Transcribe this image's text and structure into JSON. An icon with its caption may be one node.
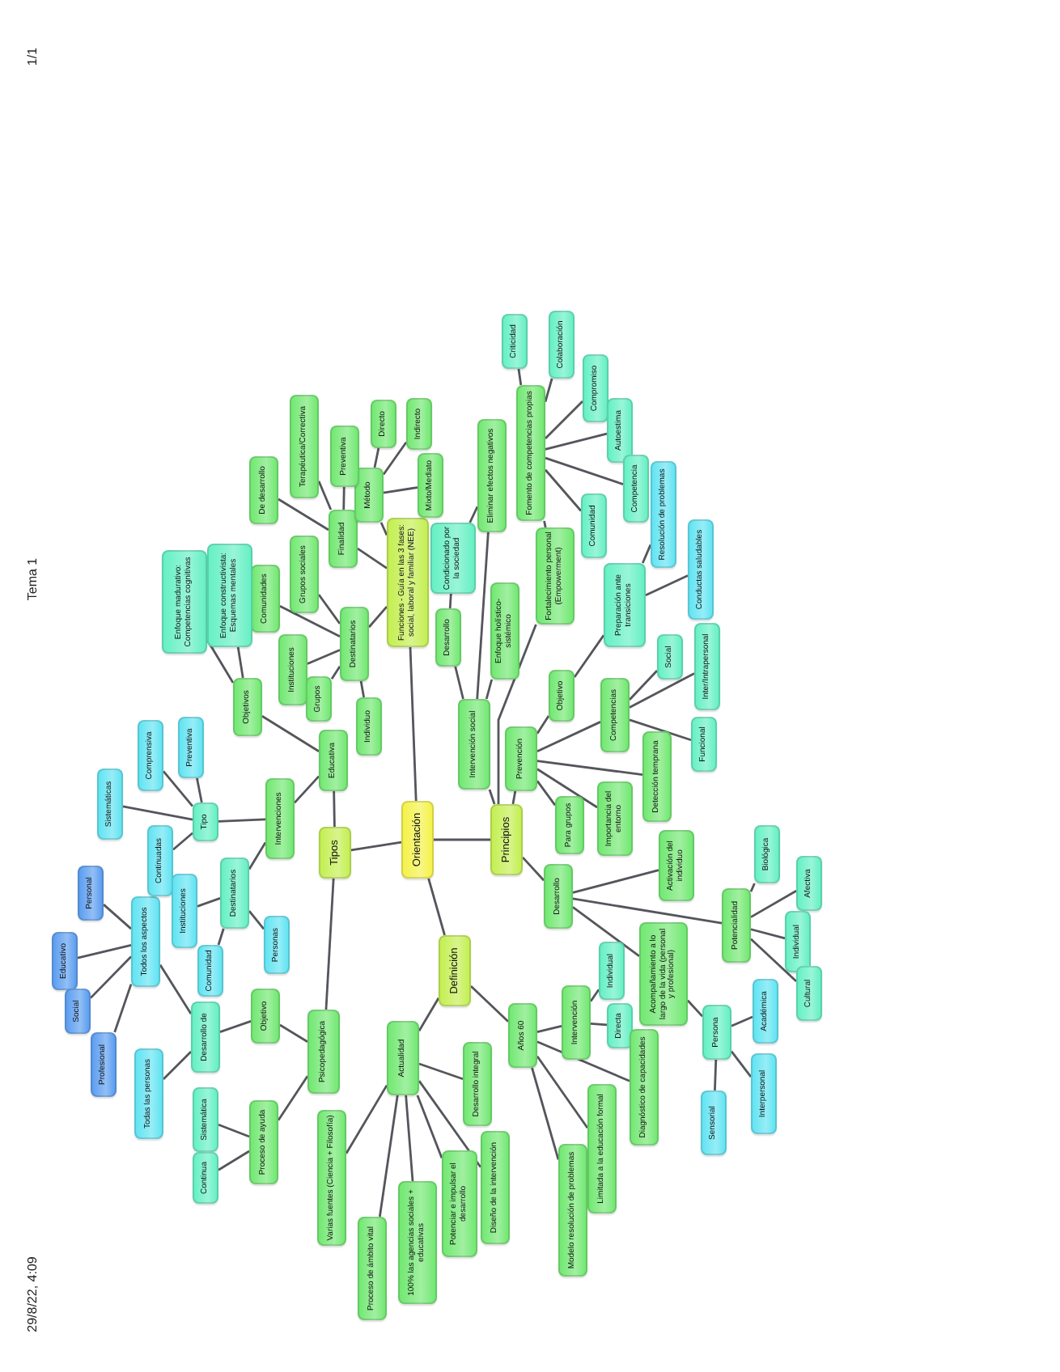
{
  "diagram": {
    "nodes": [
      {
        "text": [
          "Orientación"
        ]
      },
      {
        "text": [
          "Tipos"
        ]
      },
      {
        "text": [
          "Principios"
        ]
      },
      {
        "text": [
          "Definición"
        ]
      },
      {
        "text": [
          "Funciones - Guía en las 3 fases: social, laboral y familiar (NEE)"
        ]
      },
      {
        "text": [
          "Destinatarios"
        ]
      },
      {
        "text": [
          "Finalidad"
        ]
      },
      {
        "text": [
          "Método"
        ]
      },
      {
        "text": [
          "De desarrollo"
        ]
      },
      {
        "text": [
          "Terapéutica/Correctiva"
        ]
      },
      {
        "text": [
          "Preventiva"
        ]
      },
      {
        "text": [
          "Directo"
        ]
      },
      {
        "text": [
          "Indirecto"
        ]
      },
      {
        "text": [
          "Mixto/Mediato"
        ]
      },
      {
        "text": [
          "Comunidades"
        ]
      },
      {
        "text": [
          "Grupos sociales"
        ]
      },
      {
        "text": [
          "Instituciones"
        ]
      },
      {
        "text": [
          "Grupos"
        ]
      },
      {
        "text": [
          "Individuo"
        ]
      },
      {
        "text": [
          "Intervención social"
        ]
      },
      {
        "text": [
          "Desarrollo"
        ]
      },
      {
        "text": [
          "Condicionado por la sociedad"
        ]
      },
      {
        "text": [
          "Eliminar efectos negativos"
        ]
      },
      {
        "text": [
          "Enfoque holístico-sistémico"
        ]
      },
      {
        "text": [
          "Fortalecimiento personal (Empowerment)"
        ]
      },
      {
        "text": [
          "Fomento de competencias propias"
        ]
      },
      {
        "text": [
          "Criticidad"
        ]
      },
      {
        "text": [
          "Colaboración"
        ]
      },
      {
        "text": [
          "Compromiso"
        ]
      },
      {
        "text": [
          "Autoestima"
        ]
      },
      {
        "text": [
          "Competencia"
        ]
      },
      {
        "text": [
          "Comunidad"
        ]
      },
      {
        "text": [
          "Prevención"
        ]
      },
      {
        "text": [
          "Objetivo"
        ]
      },
      {
        "text": [
          "Preparación ante transiciones"
        ]
      },
      {
        "text": [
          "Resolución de problemas"
        ]
      },
      {
        "text": [
          "Conductas saludables"
        ]
      },
      {
        "text": [
          "Competencias"
        ]
      },
      {
        "text": [
          "Social"
        ]
      },
      {
        "text": [
          "Inter/Intrapersonal"
        ]
      },
      {
        "text": [
          "Funcional"
        ]
      },
      {
        "text": [
          "Detección temprana"
        ]
      },
      {
        "text": [
          "Importancia del entorno"
        ]
      },
      {
        "text": [
          "Para grupos"
        ]
      },
      {
        "text": [
          "Desarrollo"
        ]
      },
      {
        "text": [
          "Activación del individuo"
        ]
      },
      {
        "text": [
          "Acompañamiento a lo largo de la vida (personal y profesional)"
        ]
      },
      {
        "text": [
          "Potencialidad"
        ]
      },
      {
        "text": [
          "Biológica"
        ]
      },
      {
        "text": [
          "Afectiva"
        ]
      },
      {
        "text": [
          "Individual"
        ]
      },
      {
        "text": [
          "Cultural"
        ]
      },
      {
        "text": [
          "Persona"
        ]
      },
      {
        "text": [
          "Académica"
        ]
      },
      {
        "text": [
          "Interpersonal"
        ]
      },
      {
        "text": [
          "Sensorial"
        ]
      },
      {
        "text": [
          "Años 60"
        ]
      },
      {
        "text": [
          "Intervención"
        ]
      },
      {
        "text": [
          "Individual"
        ]
      },
      {
        "text": [
          "Directa"
        ]
      },
      {
        "text": [
          "Diagnóstico de capacidades"
        ]
      },
      {
        "text": [
          "Limitada a la educación formal"
        ]
      },
      {
        "text": [
          "Modelo resolución de problemas"
        ]
      },
      {
        "text": [
          "Actualidad"
        ]
      },
      {
        "text": [
          "Desarrollo integral"
        ]
      },
      {
        "text": [
          "Diseño de la intervención"
        ]
      },
      {
        "text": [
          "Potenciar e impulsar el desarrollo"
        ]
      },
      {
        "text": [
          "100% las agencias sociales + educativas"
        ]
      },
      {
        "text": [
          "Proceso de ámbito vital"
        ]
      },
      {
        "text": [
          "Varias fuentes (Ciencia + Filosofía)"
        ]
      },
      {
        "text": [
          "Psicopedagógica"
        ]
      },
      {
        "text": [
          "Objetivo"
        ]
      },
      {
        "text": [
          "Desarrollo de"
        ]
      },
      {
        "text": [
          "Todos los aspectos"
        ]
      },
      {
        "text": [
          "Personal"
        ]
      },
      {
        "text": [
          "Educativo"
        ]
      },
      {
        "text": [
          "Social"
        ]
      },
      {
        "text": [
          "Profesional"
        ]
      },
      {
        "text": [
          "Todas las personas"
        ]
      },
      {
        "text": [
          "Proceso de ayuda"
        ]
      },
      {
        "text": [
          "Sistemática"
        ]
      },
      {
        "text": [
          "Continua"
        ]
      },
      {
        "text": [
          "Educativa"
        ]
      },
      {
        "text": [
          "Objetivos"
        ]
      },
      {
        "text": [
          "Enfoque madurativo: Competencias cognitivas"
        ]
      },
      {
        "text": [
          "Enfoque constructivista: Esquemas mentales"
        ]
      },
      {
        "text": [
          "Intervenciones"
        ]
      },
      {
        "text": [
          "Tipo"
        ]
      },
      {
        "text": [
          "Comprensiva"
        ]
      },
      {
        "text": [
          "Preventiva"
        ]
      },
      {
        "text": [
          "Sistemáticas"
        ]
      },
      {
        "text": [
          "Continuadas"
        ]
      },
      {
        "text": [
          "Destinatarios"
        ]
      },
      {
        "text": [
          "Instituciones"
        ]
      },
      {
        "text": [
          "Comunidad"
        ]
      },
      {
        "text": [
          "Personas"
        ]
      }
    ],
    "edges": [
      {
        "from": 0,
        "to": 1,
        "arrow": "none"
      },
      {
        "from": 0,
        "to": 2,
        "arrow": "none"
      },
      {
        "from": 0,
        "to": 3,
        "arrow": "none"
      },
      {
        "from": 0,
        "to": 4,
        "arrow": "none"
      },
      {
        "from": 4,
        "to": 5,
        "arrow": "none"
      },
      {
        "from": 4,
        "to": 6,
        "arrow": "none"
      },
      {
        "from": 4,
        "to": 7,
        "arrow": "none"
      },
      {
        "from": 6,
        "to": 8,
        "arrow": "none"
      },
      {
        "from": 6,
        "to": 9,
        "arrow": "none"
      },
      {
        "from": 6,
        "to": 10,
        "arrow": "none"
      },
      {
        "from": 7,
        "to": 11,
        "arrow": "none"
      },
      {
        "from": 7,
        "to": 12,
        "arrow": "none"
      },
      {
        "from": 7,
        "to": 13,
        "arrow": "none"
      },
      {
        "from": 5,
        "to": 14,
        "arrow": "none"
      },
      {
        "from": 5,
        "to": 15,
        "arrow": "none"
      },
      {
        "from": 5,
        "to": 16,
        "arrow": "none"
      },
      {
        "from": 5,
        "to": 17,
        "arrow": "none"
      },
      {
        "from": 5,
        "to": 18,
        "arrow": "none"
      },
      {
        "from": 2,
        "to": 19,
        "arrow": "none"
      },
      {
        "from": 19,
        "to": 20,
        "arrow": "none"
      },
      {
        "from": 20,
        "to": 21,
        "arrow": "none"
      },
      {
        "from": 21,
        "to": 22,
        "arrow": "none"
      },
      {
        "from": 19,
        "to": 22,
        "arrow": "none"
      },
      {
        "from": 19,
        "to": 23,
        "arrow": "none"
      },
      {
        "from": 2,
        "to": 24,
        "arrow": "none"
      },
      {
        "from": 24,
        "to": 25,
        "arrow": "none"
      },
      {
        "from": 25,
        "to": 26,
        "arrow": "none"
      },
      {
        "from": 25,
        "to": 27,
        "arrow": "none"
      },
      {
        "from": 25,
        "to": 28,
        "arrow": "none"
      },
      {
        "from": 25,
        "to": 29,
        "arrow": "none"
      },
      {
        "from": 25,
        "to": 30,
        "arrow": "none"
      },
      {
        "from": 25,
        "to": 31,
        "arrow": "none"
      },
      {
        "from": 2,
        "to": 32,
        "arrow": "none"
      },
      {
        "from": 32,
        "to": 33,
        "arrow": "none"
      },
      {
        "from": 33,
        "to": 34,
        "arrow": "none"
      },
      {
        "from": 34,
        "to": 35,
        "arrow": "none"
      },
      {
        "from": 34,
        "to": 36,
        "arrow": "none"
      },
      {
        "from": 32,
        "to": 37,
        "arrow": "none"
      },
      {
        "from": 37,
        "to": 38,
        "arrow": "none"
      },
      {
        "from": 37,
        "to": 39,
        "arrow": "none"
      },
      {
        "from": 37,
        "to": 40,
        "arrow": "none"
      },
      {
        "from": 32,
        "to": 41,
        "arrow": "none"
      },
      {
        "from": 32,
        "to": 42,
        "arrow": "none"
      },
      {
        "from": 32,
        "to": 43,
        "arrow": "none"
      },
      {
        "from": 2,
        "to": 44,
        "arrow": "none"
      },
      {
        "from": 44,
        "to": 45,
        "arrow": "none"
      },
      {
        "from": 44,
        "to": 46,
        "arrow": "none"
      },
      {
        "from": 44,
        "to": 47,
        "arrow": "none"
      },
      {
        "from": 47,
        "to": 48,
        "arrow": "none"
      },
      {
        "from": 47,
        "to": 49,
        "arrow": "none"
      },
      {
        "from": 47,
        "to": 50,
        "arrow": "none"
      },
      {
        "from": 47,
        "to": 51,
        "arrow": "none"
      },
      {
        "from": 46,
        "to": 52,
        "arrow": "none"
      },
      {
        "from": 52,
        "to": 53,
        "arrow": "none"
      },
      {
        "from": 52,
        "to": 54,
        "arrow": "none"
      },
      {
        "from": 52,
        "to": 55,
        "arrow": "none"
      },
      {
        "from": 3,
        "to": 63,
        "arrow": "none"
      },
      {
        "from": 3,
        "to": 56,
        "arrow": "none"
      },
      {
        "from": 56,
        "to": 57,
        "arrow": "none"
      },
      {
        "from": 57,
        "to": 58,
        "arrow": "none"
      },
      {
        "from": 57,
        "to": 59,
        "arrow": "none"
      },
      {
        "from": 56,
        "to": 60,
        "arrow": "none"
      },
      {
        "from": 56,
        "to": 61,
        "arrow": "none"
      },
      {
        "from": 56,
        "to": 62,
        "arrow": "none"
      },
      {
        "from": 63,
        "to": 64,
        "arrow": "none"
      },
      {
        "from": 63,
        "to": 65,
        "arrow": "none"
      },
      {
        "from": 63,
        "to": 66,
        "arrow": "none"
      },
      {
        "from": 63,
        "to": 67,
        "arrow": "none"
      },
      {
        "from": 63,
        "to": 68,
        "arrow": "none"
      },
      {
        "from": 63,
        "to": 69,
        "arrow": "none"
      },
      {
        "from": 1,
        "to": 70,
        "arrow": "none"
      },
      {
        "from": 70,
        "to": 71,
        "arrow": "none"
      },
      {
        "from": 71,
        "to": 72,
        "arrow": "none"
      },
      {
        "from": 72,
        "to": 73,
        "arrow": "none"
      },
      {
        "from": 73,
        "to": 74,
        "arrow": "none"
      },
      {
        "from": 73,
        "to": 75,
        "arrow": "none"
      },
      {
        "from": 73,
        "to": 76,
        "arrow": "none"
      },
      {
        "from": 73,
        "to": 77,
        "arrow": "none"
      },
      {
        "from": 72,
        "to": 78,
        "arrow": "none"
      },
      {
        "from": 70,
        "to": 79,
        "arrow": "none"
      },
      {
        "from": 79,
        "to": 80,
        "arrow": "none"
      },
      {
        "from": 79,
        "to": 81,
        "arrow": "none"
      },
      {
        "from": 1,
        "to": 82,
        "arrow": "none"
      },
      {
        "from": 82,
        "to": 83,
        "arrow": "none"
      },
      {
        "from": 83,
        "to": 84,
        "arrow": "none"
      },
      {
        "from": 83,
        "to": 85,
        "arrow": "none"
      },
      {
        "from": 82,
        "to": 86,
        "arrow": "none"
      },
      {
        "from": 86,
        "to": 87,
        "arrow": "none"
      },
      {
        "from": 87,
        "to": 88,
        "arrow": "none"
      },
      {
        "from": 87,
        "to": 89,
        "arrow": "none"
      },
      {
        "from": 87,
        "to": 90,
        "arrow": "none"
      },
      {
        "from": 87,
        "to": 91,
        "arrow": "none"
      },
      {
        "from": 86,
        "to": 92,
        "arrow": "none"
      },
      {
        "from": 92,
        "to": 93,
        "arrow": "none"
      },
      {
        "from": 92,
        "to": 94,
        "arrow": "none"
      },
      {
        "from": 92,
        "to": 95,
        "arrow": "none"
      }
    ],
    "labels": [
      "1/1",
      "Tema 1",
      "29/8/22, 4:09"
    ]
  }
}
